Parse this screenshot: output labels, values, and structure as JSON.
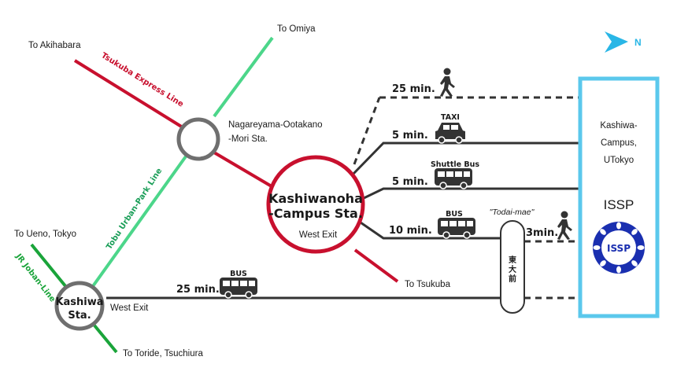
{
  "compass": {
    "label": "N",
    "color": "#29b6e6"
  },
  "colors": {
    "tx": "#c8102e",
    "tobu": "#4cd68a",
    "joban": "#1aa43a",
    "route": "#333333",
    "frame": "#5bc8ec",
    "issp_blue": "#1a2fb0"
  },
  "lines": {
    "tsukuba_express": "Tsukuba Express Line",
    "tobu_urban_park": "Tobu Urban-Park Line",
    "jr_joban": "JR Joban-Line"
  },
  "destinations": {
    "akihabara": "To Akihabara",
    "omiya": "To Omiya",
    "ueno_tokyo": "To Ueno, Tokyo",
    "toride": "To Toride, Tsuchiura",
    "tsukuba": "To Tsukuba"
  },
  "stations": {
    "nagareyama": {
      "line1": "Nagareyama-Ootakano",
      "line2": "-Mori Sta."
    },
    "kashiwanoha": {
      "line1": "Kashiwanoha",
      "line2": "-Campus Sta.",
      "exit": "West Exit"
    },
    "kashiwa": {
      "line1": "Kashiwa",
      "line2": "Sta.",
      "exit": "West Exit"
    }
  },
  "routes": {
    "walk": {
      "time": "25 min.",
      "icon": "walking-person-icon"
    },
    "taxi": {
      "time": "5 min.",
      "tag": "TAXI",
      "icon": "taxi-icon"
    },
    "shuttle": {
      "time": "5 min.",
      "tag": "Shuttle Bus",
      "icon": "bus-icon"
    },
    "bus_kashiwanoha": {
      "time": "10 min.",
      "tag": "BUS",
      "icon": "bus-icon"
    },
    "bus_kashiwa": {
      "time": "25 min.",
      "tag": "BUS",
      "icon": "bus-icon"
    },
    "walk_final": {
      "time": "3min.",
      "icon": "walking-person-icon"
    }
  },
  "bus_stop": {
    "name": "\"Todai-mae\"",
    "kanji": [
      "東",
      "大",
      "前"
    ]
  },
  "destination_box": {
    "campus": [
      "Kashiwa-",
      "Campus,",
      "UTokyo"
    ],
    "institute": "ISSP",
    "logo_text": "ISSP"
  }
}
